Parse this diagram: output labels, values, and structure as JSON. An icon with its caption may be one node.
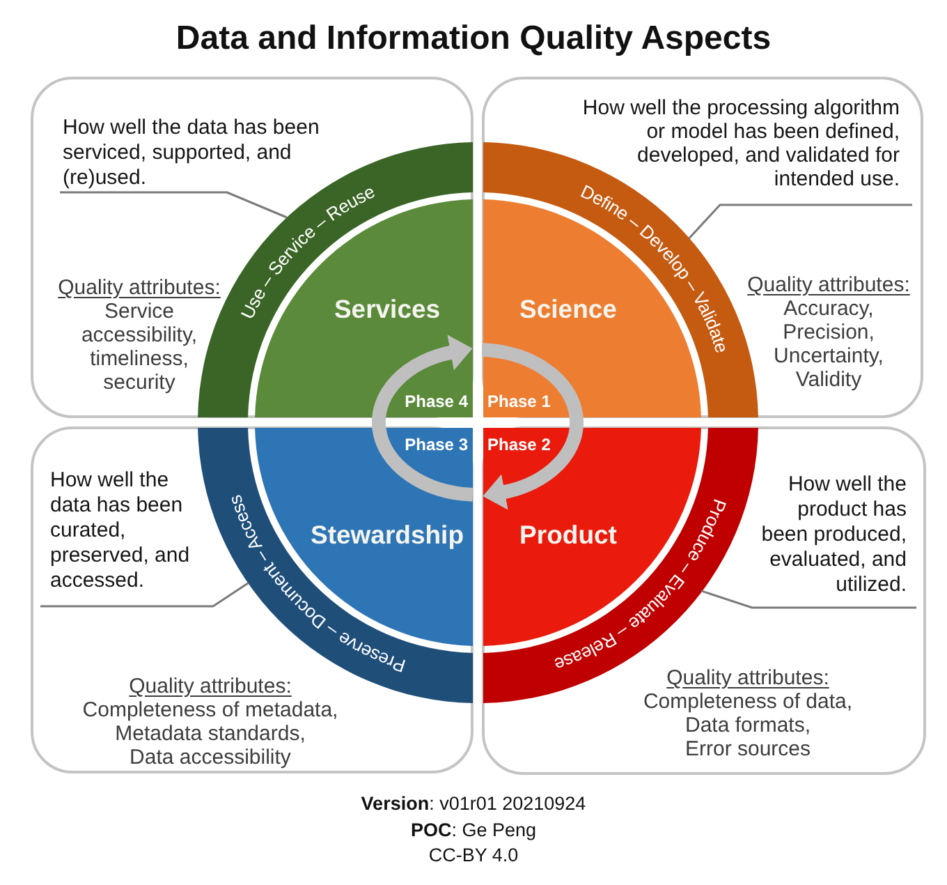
{
  "diagram": {
    "title": "Data and Information Quality Aspects",
    "nodes": [
      {
        "text": [
          "Quality attributes:",
          "Service accessibility, timeliness, security"
        ]
      },
      {
        "text": [
          "How well the data has been serviced, supported, and (re)used."
        ],
        "in": 0
      },
      {
        "text": [
          "Quality attributes:",
          "Accuracy, Precision, Uncertainty, Validity"
        ]
      },
      {
        "text": [
          "How well the processing algorithm or model has been defined, developed, and validated for intended use."
        ],
        "in": 2
      },
      {
        "text": [
          "Quality attributes:",
          "Completeness of metadata, Metadata standards, Data accessibility"
        ]
      },
      {
        "text": [
          "How well the data has been curated, preserved, and accessed."
        ],
        "in": 4
      },
      {
        "text": [
          "Quality attributes:",
          "Completeness of data, Data formats, Error sources"
        ]
      },
      {
        "text": [
          "How well the product has been produced, evaluated, and utilized."
        ],
        "in": 6
      },
      {
        "text": [
          "Use – Service – Reuse"
        ],
        "in": 0
      },
      {
        "text": [
          "Define – Develop – Validate"
        ],
        "in": 2
      },
      {
        "text": [
          "Preserve – Document – Access"
        ],
        "in": 4
      },
      {
        "text": [
          "Produce – Evaluate – Release"
        ],
        "in": 6
      },
      {
        "text": [
          "Services",
          "Phase 4"
        ],
        "in": 0
      },
      {
        "text": [
          "Science",
          "Phase 1"
        ],
        "in": 2
      },
      {
        "text": [
          "Phase 3",
          "Stewardship"
        ],
        "in": 4
      },
      {
        "text": [
          "Phase 2",
          "Product"
        ],
        "in": 6
      }
    ],
    "edges": [
      {
        "from": 1,
        "to": 8,
        "arrow": "none"
      },
      {
        "from": 3,
        "to": 9,
        "arrow": "none"
      },
      {
        "from": 5,
        "to": 10,
        "arrow": "none"
      },
      {
        "from": 7,
        "to": 11,
        "arrow": "none"
      },
      {
        "from": 13,
        "to": 15,
        "arrow": "to",
        "style": "thick",
        "color": "#bfbfbf"
      },
      {
        "from": 14,
        "to": 12,
        "arrow": "to",
        "style": "thick",
        "color": "#bfbfbf"
      }
    ],
    "labels": [
      "**Version**: v01r01 20210924",
      "**POC**: Ge Peng",
      "CC-BY 4.0"
    ]
  }
}
